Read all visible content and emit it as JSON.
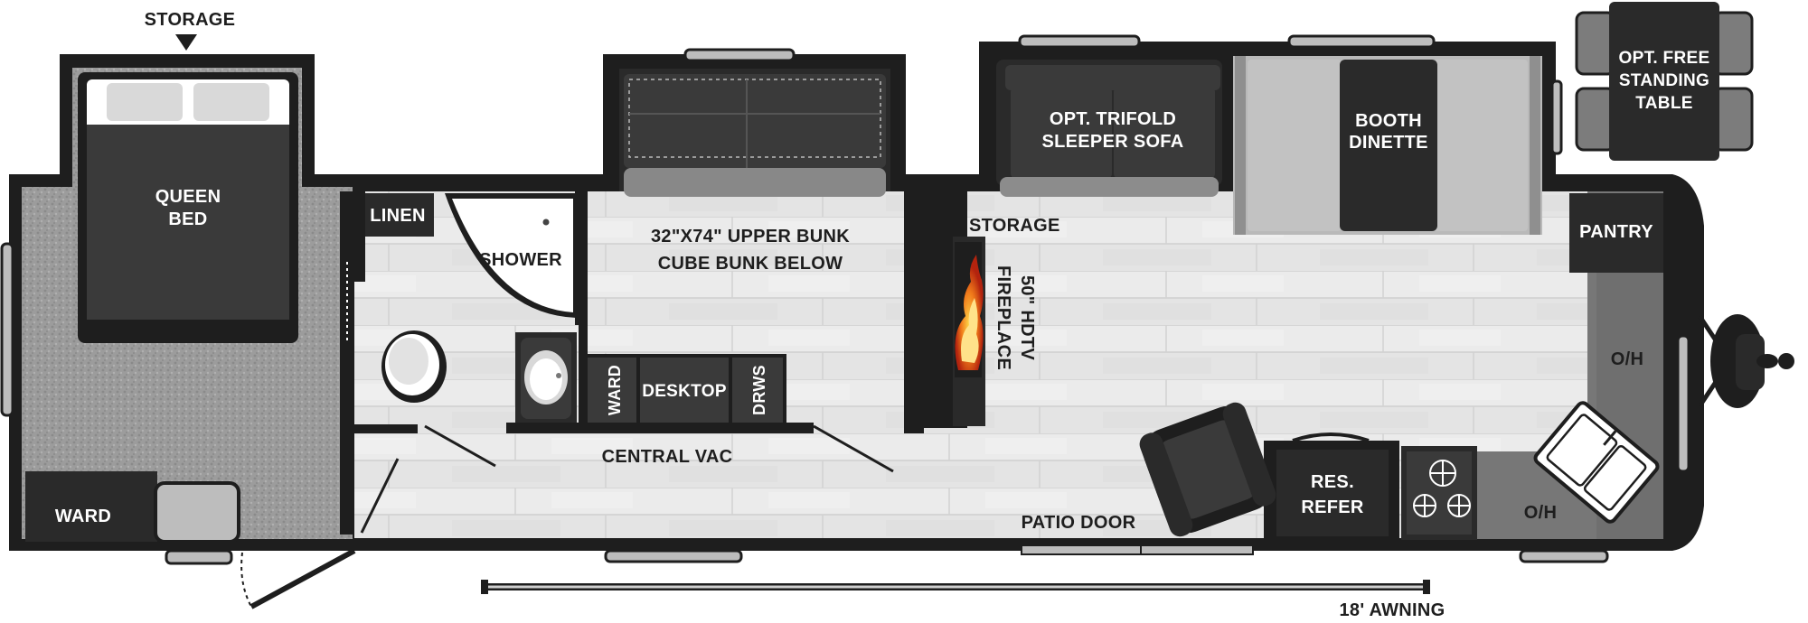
{
  "labels": {
    "storage_top": "STORAGE",
    "queen_bed": [
      "QUEEN",
      "BED"
    ],
    "ward_left": "WARD",
    "linen": "LINEN",
    "shower": "SHOWER",
    "bunk": [
      "32\"X74\" UPPER BUNK",
      "CUBE BUNK BELOW"
    ],
    "ward_small": "WARD",
    "desktop": "DESKTOP",
    "drws": "DRWS",
    "central_vac": "CENTRAL VAC",
    "storage_mid": "STORAGE",
    "fireplace": [
      "50\" HDTV",
      "FIREPLACE"
    ],
    "sofa": [
      "OPT. TRIFOLD",
      "SLEEPER SOFA"
    ],
    "booth": [
      "BOOTH",
      "DINETTE"
    ],
    "table": [
      "OPT. FREE",
      "STANDING",
      "TABLE"
    ],
    "pantry": "PANTRY",
    "oh_upper": "O/H",
    "oh_lower": "O/H",
    "refer": [
      "RES.",
      "REFER"
    ],
    "patio_door": "PATIO DOOR",
    "awning": "18' AWNING"
  },
  "colors": {
    "wall": "#1e1e1e",
    "floor_light": "#e6e6e6",
    "carpet": "#9a9a9a",
    "furniture_dark": "#3a3a3a",
    "cushion_grey": "#b9b9b9",
    "white": "#ffffff",
    "flame": "#e8591a"
  }
}
